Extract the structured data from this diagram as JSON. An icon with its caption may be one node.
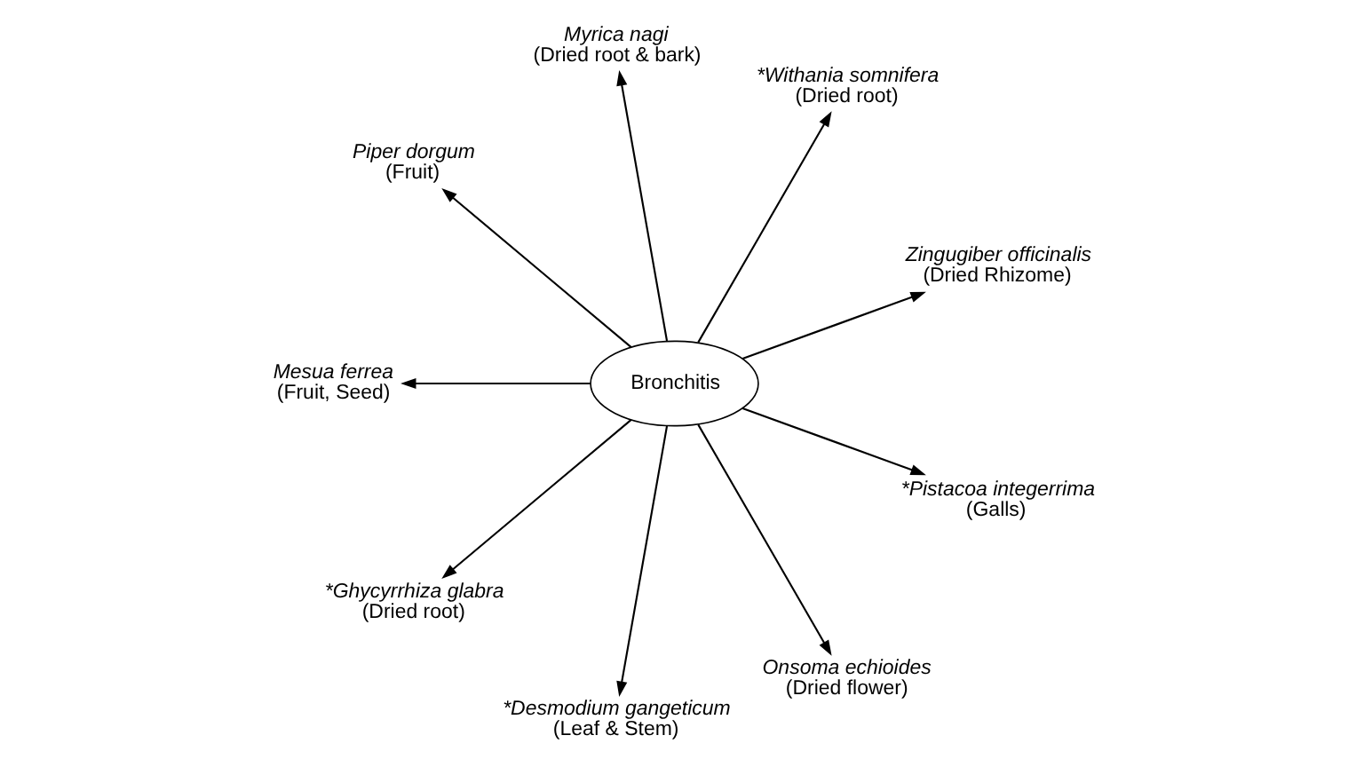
{
  "diagram": {
    "nodes": [
      {
        "text": [
          "Bronchitis"
        ]
      },
      {
        "text": [
          "Zingugiber officinalis",
          "(Dried Rhizome)"
        ]
      },
      {
        "text": [
          "*Withania somnifera",
          "(Dried root)"
        ]
      },
      {
        "text": [
          "Myrica nagi",
          "(Dried root & bark)"
        ]
      },
      {
        "text": [
          "Piper dorgum",
          "(Fruit)"
        ]
      },
      {
        "text": [
          "Mesua ferrea",
          "(Fruit, Seed)"
        ]
      },
      {
        "text": [
          "*Ghycyrrhiza glabra",
          "(Dried root)"
        ]
      },
      {
        "text": [
          "*Desmodium gangeticum",
          "(Leaf & Stem)"
        ]
      },
      {
        "text": [
          "Onsoma echioides",
          "(Dried flower)"
        ]
      },
      {
        "text": [
          "*Pistacoa integerrima",
          "(Galls)"
        ]
      }
    ],
    "edges": [
      {
        "from": 0,
        "to": 1,
        "arrow": "to"
      },
      {
        "from": 0,
        "to": 2,
        "arrow": "to"
      },
      {
        "from": 0,
        "to": 3,
        "arrow": "to"
      },
      {
        "from": 0,
        "to": 4,
        "arrow": "to"
      },
      {
        "from": 0,
        "to": 5,
        "arrow": "to"
      },
      {
        "from": 0,
        "to": 6,
        "arrow": "to"
      },
      {
        "from": 0,
        "to": 7,
        "arrow": "to"
      },
      {
        "from": 0,
        "to": 8,
        "arrow": "to"
      },
      {
        "from": 0,
        "to": 9,
        "arrow": "to"
      }
    ]
  }
}
